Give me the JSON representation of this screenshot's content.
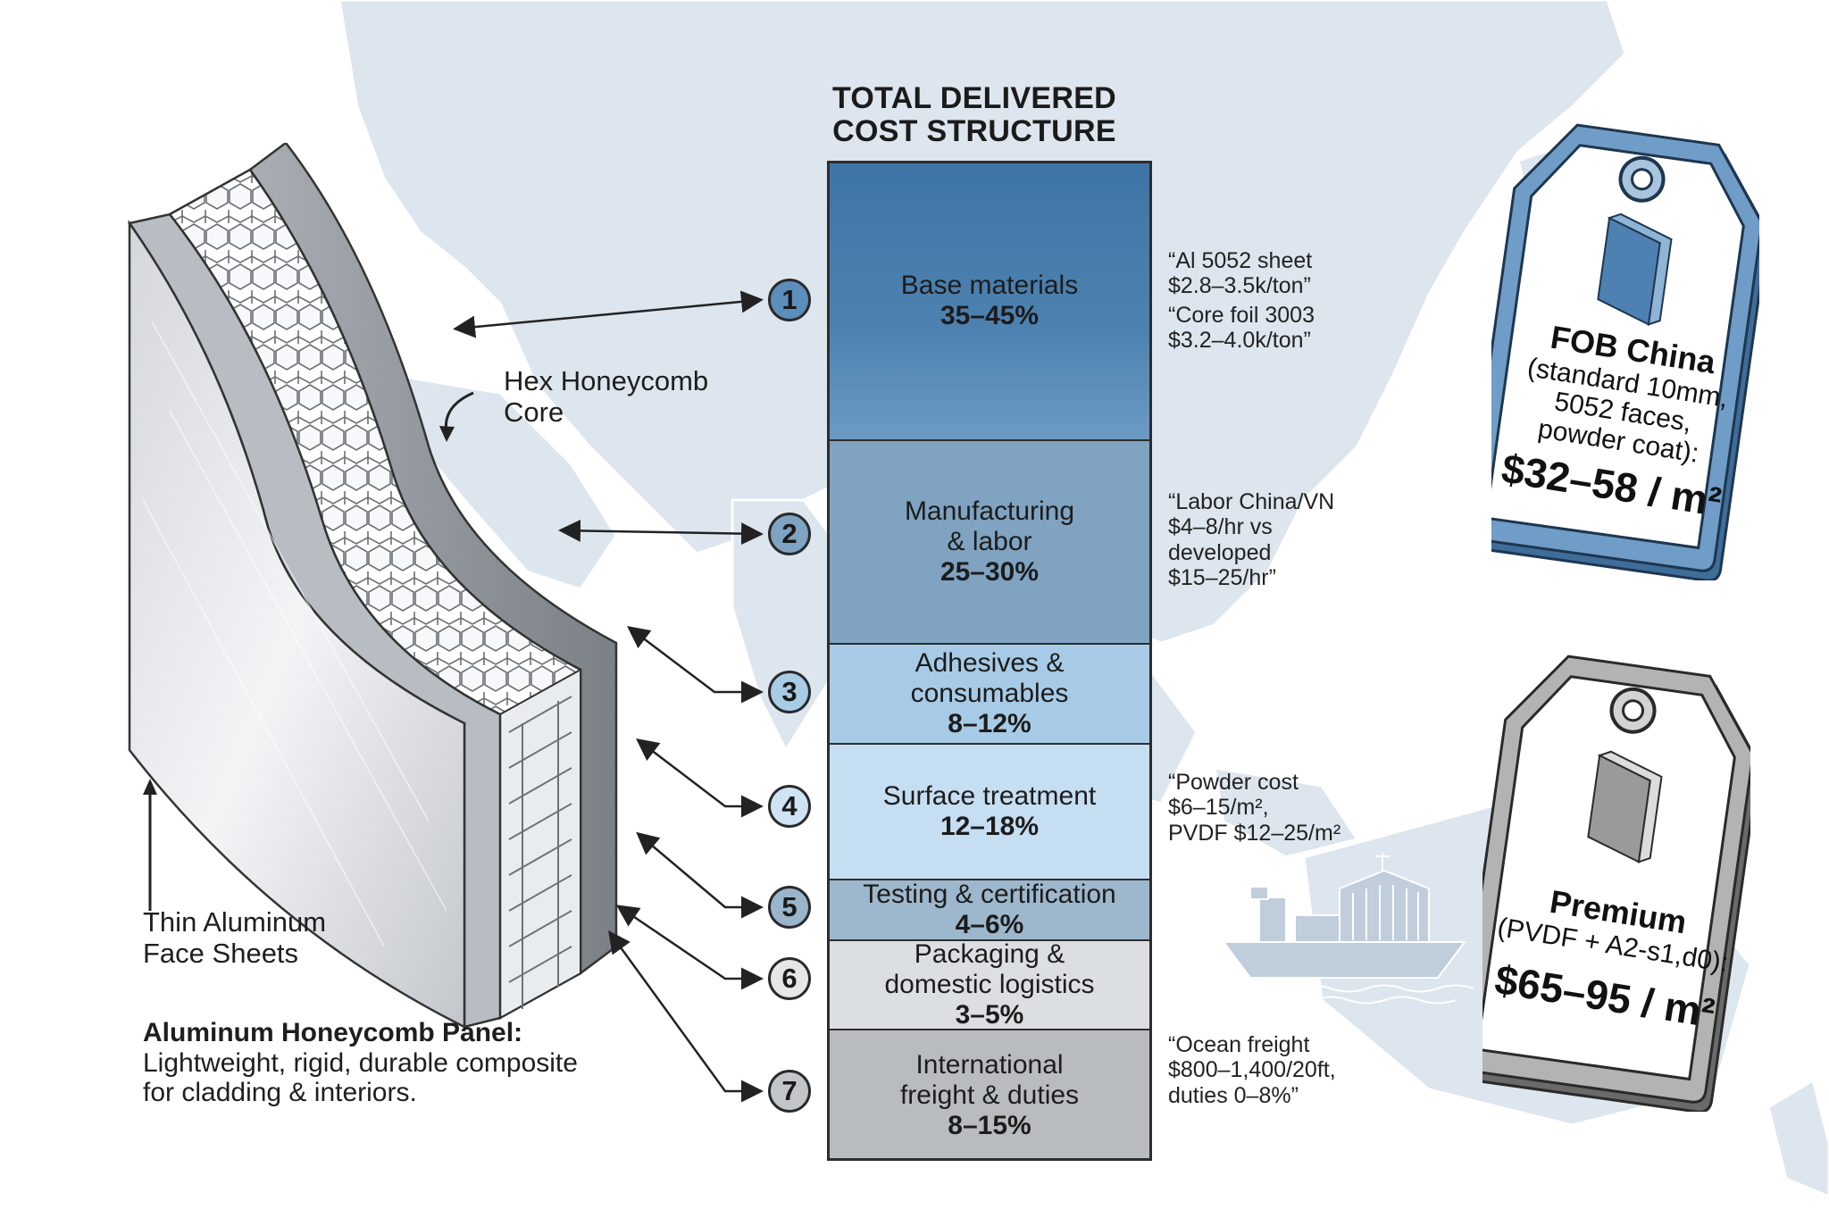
{
  "stack": {
    "title_line1": "TOTAL DELIVERED",
    "title_line2": "COST STRUCTURE",
    "segments": [
      {
        "label_1": "Base materials",
        "label_2": "",
        "pct": "35–45%",
        "color": "#4d82b0"
      },
      {
        "label_1": "Manufacturing",
        "label_2": "& labor",
        "pct": "25–30%",
        "color": "#7fa3c1"
      },
      {
        "label_1": "Adhesives &",
        "label_2": "consumables",
        "pct": "8–12%",
        "color": "#a7cbe6"
      },
      {
        "label_1": "Surface treatment",
        "label_2": "",
        "pct": "12–18%",
        "color": "#c5def2"
      },
      {
        "label_1": "Testing & certification",
        "label_2": "",
        "pct": "4–6%",
        "color": "#9db7cc"
      },
      {
        "label_1": "Packaging &",
        "label_2": "domestic logistics",
        "pct": "3–5%",
        "color": "#dcdfe2"
      },
      {
        "label_1": "International",
        "label_2": "freight & duties",
        "pct": "8–15%",
        "color": "#b9bcbf"
      }
    ]
  },
  "callouts": [
    "1",
    "2",
    "3",
    "4",
    "5",
    "6",
    "7"
  ],
  "notes": {
    "base": [
      "“Al 5052 sheet",
      "$2.8–3.5k/ton”",
      "“Core foil 3003",
      "$3.2–4.0k/ton”"
    ],
    "labor": [
      "“Labor China/VN",
      "$4–8/hr vs",
      "developed",
      "$15–25/hr”"
    ],
    "surface": [
      "“Powder cost",
      "$6–15/m²,",
      "PVDF $12–25/m²"
    ],
    "freight": [
      "“Ocean freight",
      "$800–1,400/20ft,",
      "duties 0–8%”"
    ]
  },
  "panel": {
    "core_label_1": "Hex Honeycomb",
    "core_label_2": "Core",
    "face_label_1": "Thin Aluminum",
    "face_label_2": "Face Sheets",
    "caption_title": "Aluminum Honeycomb Panel:",
    "caption_line1": "Lightweight, rigid, durable composite",
    "caption_line2": "for cladding & interiors."
  },
  "tags": {
    "fob": {
      "title": "FOB China",
      "desc_1": "(standard 10mm,",
      "desc_2": "5052 faces,",
      "desc_3": "powder coat):",
      "price": "$32–58 / m²",
      "color": "#5f8fbd"
    },
    "premium": {
      "title": "Premium",
      "desc_1": "(PVDF + A2-s1,d0):",
      "price": "$65–95 / m²",
      "color": "#9c9c9c"
    }
  },
  "colors": {
    "map": "#dde5ee",
    "ink": "#1e1e1e"
  }
}
